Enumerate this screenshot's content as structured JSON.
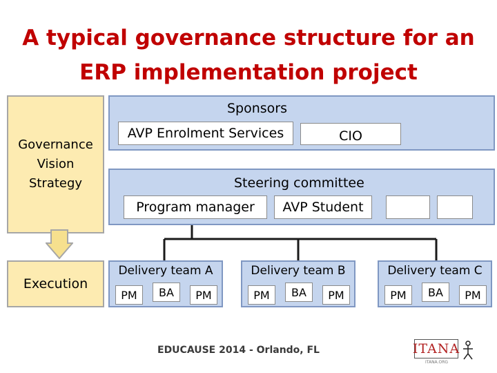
{
  "title": {
    "line1": "A typical governance structure for an",
    "line2": "ERP implementation project"
  },
  "left": {
    "governance_lines": [
      "Governance",
      "Vision",
      "Strategy"
    ],
    "execution": "Execution"
  },
  "sponsors": {
    "label": "Sponsors",
    "members": [
      "AVP Enrolment Services",
      "CIO"
    ]
  },
  "steering": {
    "label": "Steering committee",
    "members": [
      "Program manager",
      "AVP Student",
      "",
      ""
    ]
  },
  "teams": [
    {
      "label": "Delivery team A",
      "roles": [
        "PM",
        "BA",
        "PM"
      ]
    },
    {
      "label": "Delivery team B",
      "roles": [
        "PM",
        "BA",
        "PM"
      ]
    },
    {
      "label": "Delivery team C",
      "roles": [
        "PM",
        "BA",
        "PM"
      ]
    }
  ],
  "footer": "EDUCAUSE 2014 - Orlando, FL",
  "logo": {
    "word": "ITANA",
    "sub": "ITANA.ORG"
  },
  "colors": {
    "title": "#c00000",
    "left_fill": "#fdebb1",
    "panel_fill": "#c5d5ee",
    "arrow_fill": "#f6e08e"
  }
}
